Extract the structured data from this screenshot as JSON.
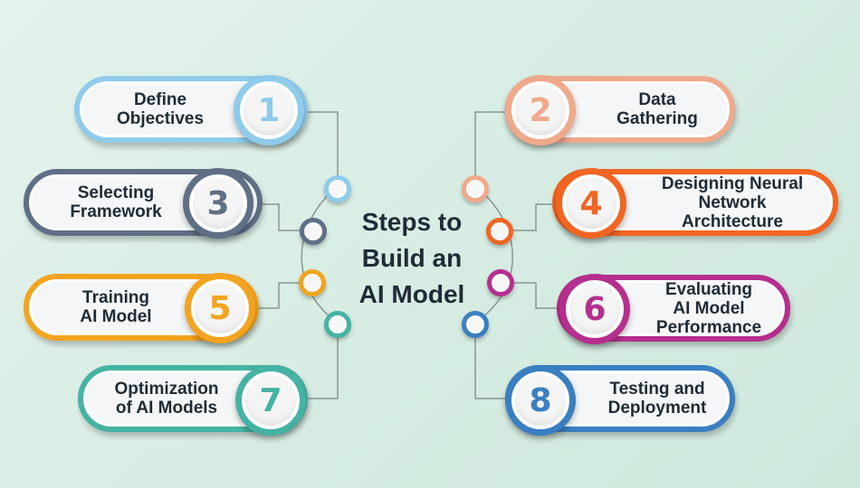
{
  "title": {
    "line1": "Steps to",
    "line2": "Build an",
    "line3": "AI Model"
  },
  "steps": [
    {
      "number": "1",
      "line1": "Define",
      "line2": "Objectives",
      "line3": "",
      "color": "#8fcbea"
    },
    {
      "number": "2",
      "line1": "Data",
      "line2": "Gathering",
      "line3": "",
      "color": "#f0a98b"
    },
    {
      "number": "3",
      "line1": "Selecting",
      "line2": "Framework",
      "line3": "",
      "color": "#5f6f86"
    },
    {
      "number": "4",
      "line1": "Designing Neural",
      "line2": "Network",
      "line3": "Architecture",
      "color": "#f26522"
    },
    {
      "number": "5",
      "line1": "Training",
      "line2": "AI Model",
      "line3": "",
      "color": "#f3a41f"
    },
    {
      "number": "6",
      "line1": "Evaluating",
      "line2": "AI Model",
      "line3": "Performance",
      "color": "#b52f8e"
    },
    {
      "number": "7",
      "line1": "Optimization",
      "line2": "of AI Models",
      "line3": "",
      "color": "#45b3a3"
    },
    {
      "number": "8",
      "line1": "Testing and",
      "line2": "Deployment",
      "line3": "",
      "color": "#3a7fc1"
    }
  ]
}
